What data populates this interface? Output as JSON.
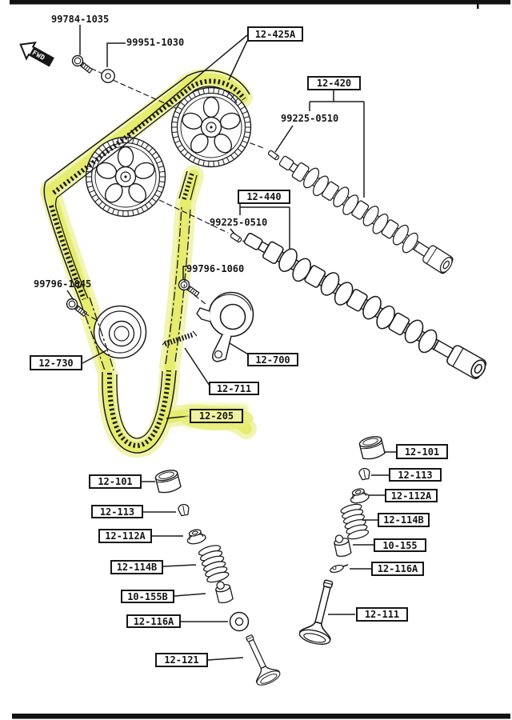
{
  "direction_indicator": {
    "label": "FWD"
  },
  "callouts": {
    "camshaft_pulley_bolt": "99784-1035",
    "pulley_bolt_washer": "99951-1030",
    "camshaft_pulleys": "12-425A",
    "exhaust_camshaft": "12-420",
    "camshaft_dowel_pin_upper": "99225-0510",
    "intake_camshaft": "12-440",
    "camshaft_dowel_pin_lower": "99225-0510",
    "tensioner_bolt": "99796-1060",
    "idler_bolt": "99796-1045",
    "idler_pulley": "12-730",
    "tensioner": "12-700",
    "tensioner_spring": "12-711",
    "timing_belt": "12-205"
  },
  "valvetrain_left": [
    "12-101",
    "12-113",
    "12-112A",
    "12-114B",
    "10-155B",
    "12-116A",
    "12-121"
  ],
  "valvetrain_right": [
    "12-101",
    "12-113",
    "12-112A",
    "12-114B",
    "10-155",
    "12-116A",
    "12-111"
  ],
  "highlight": {
    "part": "12-205",
    "color": "#e4eb66"
  },
  "colors": {
    "line": "#1b1b1b",
    "paper": "#ffffff",
    "highlight_core": "#e4eb66",
    "highlight_halo": "#eef2a4"
  }
}
